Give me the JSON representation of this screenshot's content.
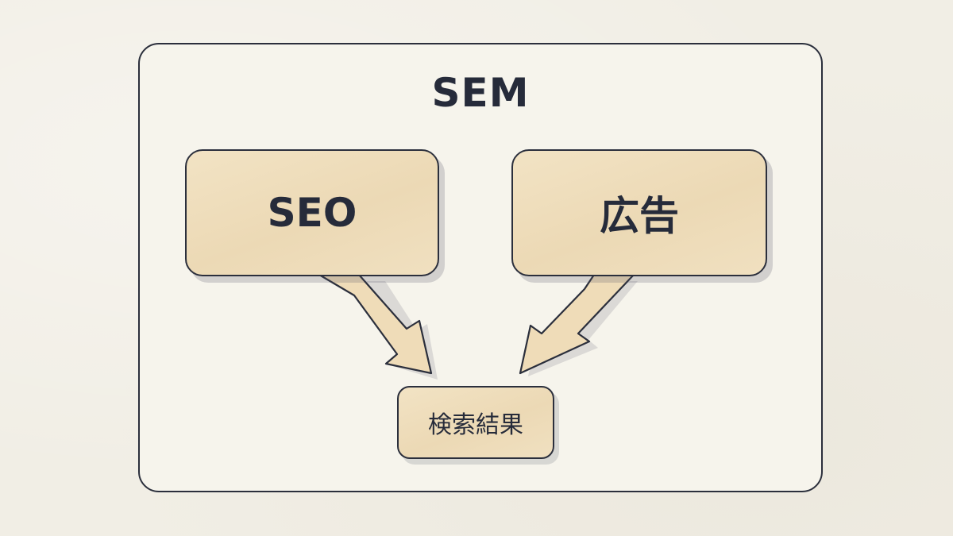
{
  "diagram": {
    "container_label": "SEM",
    "nodes": [
      {
        "id": "seo",
        "label": "SEO"
      },
      {
        "id": "ads",
        "label": "広告"
      },
      {
        "id": "results",
        "label": "検索結果"
      }
    ],
    "edges": [
      {
        "from": "seo",
        "to": "results"
      },
      {
        "from": "ads",
        "to": "results"
      }
    ]
  },
  "colors": {
    "box_fill": "#ecd9b5",
    "outline": "#2b2f3c",
    "text": "#262b3a",
    "background": "#f1eee5"
  }
}
